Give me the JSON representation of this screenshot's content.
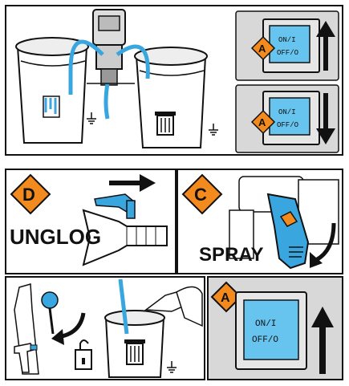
{
  "colors": {
    "stroke": "#111111",
    "orange": "#f28a1e",
    "blue": "#3aa6df",
    "screen_blue": "#66c4ee",
    "gray_bg": "#d8d8d8"
  },
  "switch": {
    "on_label": "ON/I",
    "off_label": "OFF/O"
  },
  "badges": {
    "a": "A",
    "c": "C",
    "d": "D"
  },
  "labels": {
    "unglog": "UNGLOG",
    "spray": "SPRAY"
  },
  "icons": {
    "arrow": "arrow-icon",
    "trash": "trash-icon",
    "ground": "ground-icon",
    "unlock": "unlock-icon",
    "spray_gun": "spray-gun-icon"
  }
}
